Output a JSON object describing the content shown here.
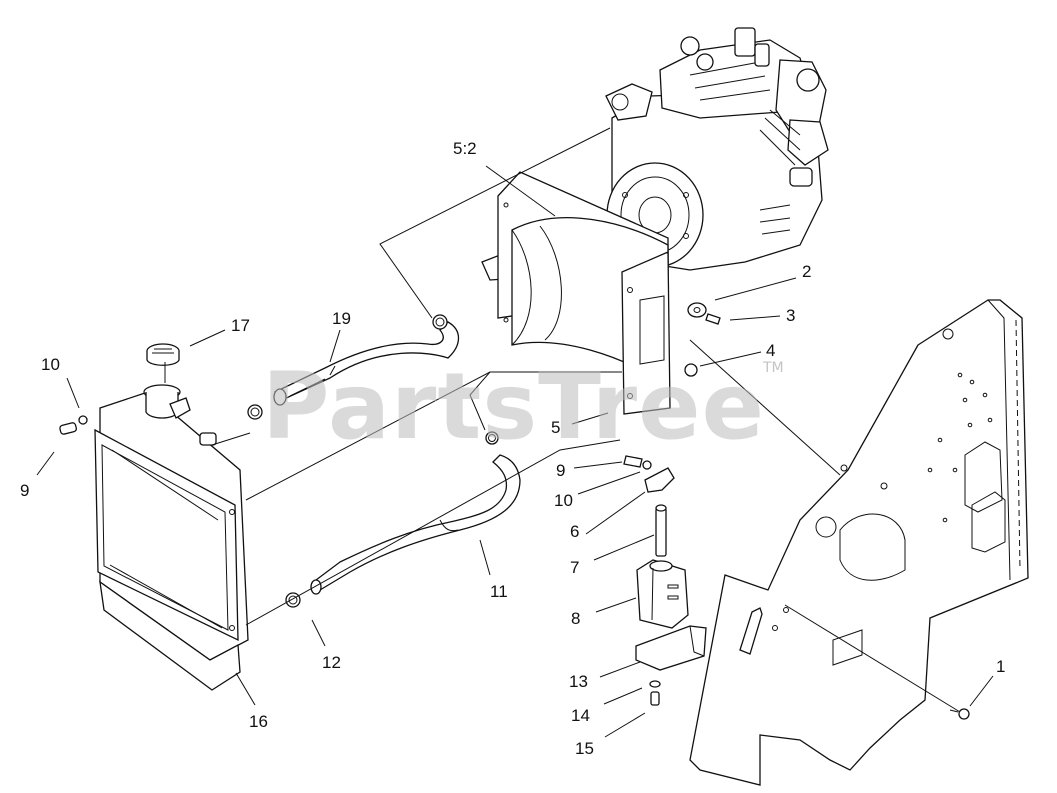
{
  "watermark": {
    "text": "PartsTree",
    "trademark": "TM"
  },
  "callouts": {
    "c1": "1",
    "c2": "2",
    "c3": "3",
    "c4": "4",
    "c5": "5",
    "c5_2": "5:2",
    "c6": "6",
    "c7": "7",
    "c8": "8",
    "c9a": "9",
    "c9b": "9",
    "c10a": "10",
    "c10b": "10",
    "c11": "11",
    "c12": "12",
    "c13": "13",
    "c14": "14",
    "c15": "15",
    "c16": "16",
    "c17": "17",
    "c19": "19"
  }
}
